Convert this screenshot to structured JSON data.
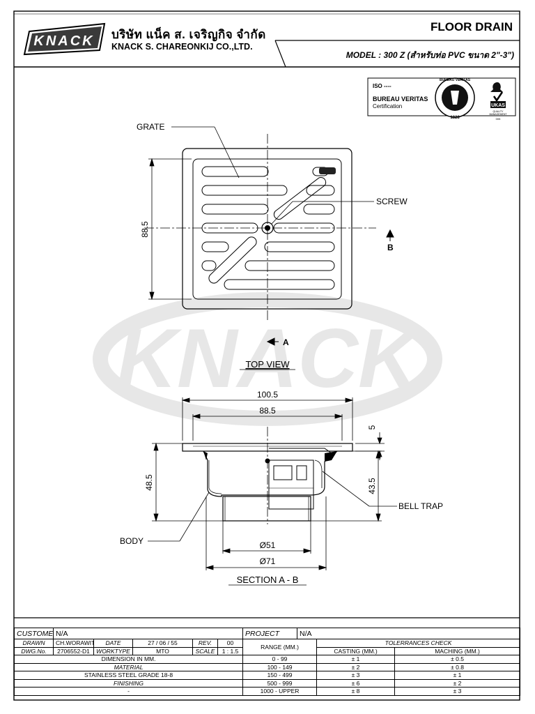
{
  "header": {
    "logo_text": "KNACK",
    "company_name_th": "บริษัท แน็ค ส. เจริญกิจ จำกัด",
    "company_name_en": "KNACK S. CHAREONKIJ CO.,LTD.",
    "title": "FLOOR DRAIN",
    "model": "MODEL : 300 Z (สำหรับท่อ PVC ขนาด 2\"-3\")"
  },
  "certification": {
    "iso": "ISO ----",
    "bureau": "BUREAU VERITAS",
    "certification": "Certification",
    "seal_text": "BUREAU VERITAS",
    "seal_year": "1828",
    "ukas": "UKAS",
    "ukas_sub1": "QUALITY",
    "ukas_sub2": "MANAGEMENT",
    "ukas_code": "005"
  },
  "watermark": "KNACK",
  "top_view": {
    "label_grate": "GRATE",
    "label_screw": "SCREW",
    "dim_side": "88.5",
    "section_mark_b": "B",
    "section_mark_a": "A",
    "plate_logo": "KNACK",
    "caption": "TOP  VIEW"
  },
  "section_view": {
    "dim_outer": "100.5",
    "dim_inner": "88.5",
    "dim_flange": "5",
    "dim_height": "48.5",
    "dim_trap": "43.5",
    "dim_d51": "Ø51",
    "dim_d71": "Ø71",
    "label_bell_trap": "BELL TRAP",
    "label_body": "BODY",
    "caption": "SECTION   A - B"
  },
  "title_block": {
    "customer_label": "CUSTOMER",
    "customer_value": "N/A",
    "project_label": "PROJECT",
    "project_value": "N/A",
    "drawn_label": "DRAWN",
    "drawn_value": "CH.WORAWIT",
    "date_label": "DATE",
    "date_value": "27 / 06 / 55",
    "rev_label": "REV.",
    "rev_value": "00",
    "dwg_label": "DWG.No.",
    "dwg_value": "2706552-D1",
    "worktype_label": "WORKTYPE",
    "worktype_value": "MTO",
    "scale_label": "SCALE",
    "scale_value": "1 : 1.5",
    "dimension_note": "DIMENSION IN MM.",
    "material_label": "MATERIAL",
    "material_value": "STAINLESS STEEL GRADE 18-8",
    "finishing_label": "FINISHING",
    "finishing_value": "-",
    "range_header": "RANGE (MM.)",
    "tolerance_header": "TOLERRANCES CHECK",
    "casting_header": "CASTING (MM.)",
    "maching_header": "MACHING (MM.)",
    "tolerances": [
      {
        "range": "0 - 99",
        "casting": "± 1",
        "maching": "± 0.5"
      },
      {
        "range": "100 - 149",
        "casting": "± 2",
        "maching": "± 0.8"
      },
      {
        "range": "150 - 499",
        "casting": "± 3",
        "maching": "± 1"
      },
      {
        "range": "500 - 999",
        "casting": "± 6",
        "maching": "± 2"
      },
      {
        "range": "1000 - UPPER",
        "casting": "± 8",
        "maching": "± 3"
      }
    ]
  }
}
